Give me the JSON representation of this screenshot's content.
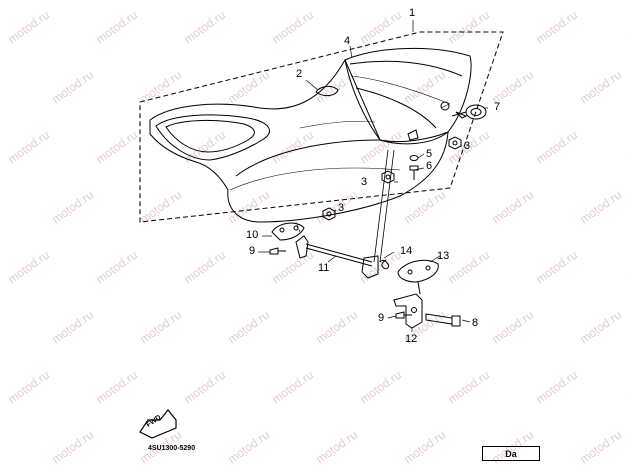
{
  "watermark": {
    "text": "motod.ru",
    "color": "#e3cfcf"
  },
  "callouts": {
    "c1": "1",
    "c2": "2",
    "c3a": "3",
    "c3b": "3",
    "c3c": "3",
    "c4": "4",
    "c5": "5",
    "c6": "6",
    "c7": "7",
    "c8": "8",
    "c9a": "9",
    "c9b": "9",
    "c10": "10",
    "c11": "11",
    "c12": "12",
    "c13": "13",
    "c14": "14"
  },
  "fwd_label": "FWD",
  "diagram_code": "4SU1300-5290",
  "language_code": "Da",
  "line_color": "#000000"
}
